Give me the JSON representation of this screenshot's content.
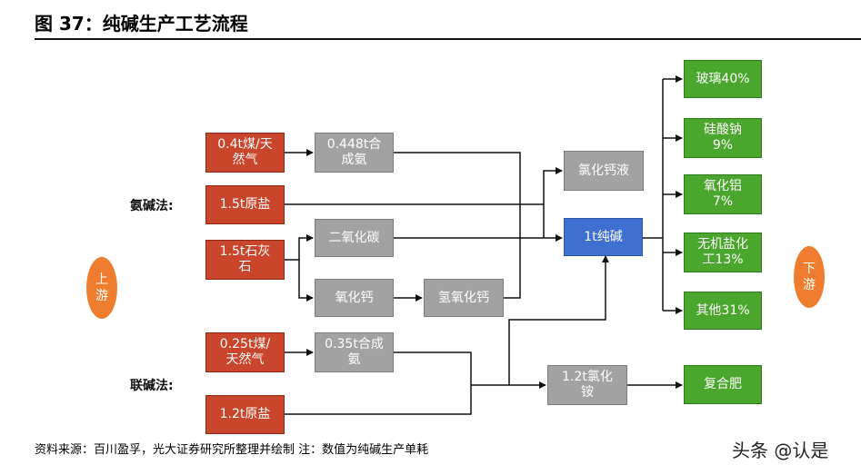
{
  "title": "图 37：纯碱生产工艺流程",
  "source": "资料来源：百川盈孚，光大证券研究所整理并绘制  注：数值为纯碱生产单耗",
  "watermark": "头条 @认是",
  "upstream": "上\n游",
  "downstream": "下\n游",
  "methods": {
    "ammonia": "氨碱法:",
    "joint": "联碱法:"
  },
  "inputs": {
    "coal_gas_1": "0.4t煤/天\n然气",
    "salt_1": "1.5t原盐",
    "limestone": "1.5t石灰\n石",
    "coal_gas_2": "0.25t煤/\n天然气",
    "salt_2": "1.2t原盐"
  },
  "intermediates": {
    "ammonia_1": "0.448t合\n成氨",
    "co2": "二氧化碳",
    "cao": "氧化钙",
    "caoh2": "氢氧化钙",
    "ammonia_2": "0.35t合成\n氨",
    "cacl2": "氯化钙液",
    "nh4cl": "1.2t氯化\n铵"
  },
  "product": "1t纯碱",
  "outputs": {
    "glass": "玻璃40%",
    "silicate": "硅酸钠\n9%",
    "alumina": "氧化铝\n7%",
    "inorganic": "无机盐化\n工13%",
    "other": "其他31%",
    "fertilizer": "复合肥"
  },
  "colors": {
    "input": "#c9452b",
    "intermediate": "#a2a2a2",
    "product": "#3f6fd1",
    "output": "#4aa62c",
    "stream": "#ef7d2f"
  }
}
